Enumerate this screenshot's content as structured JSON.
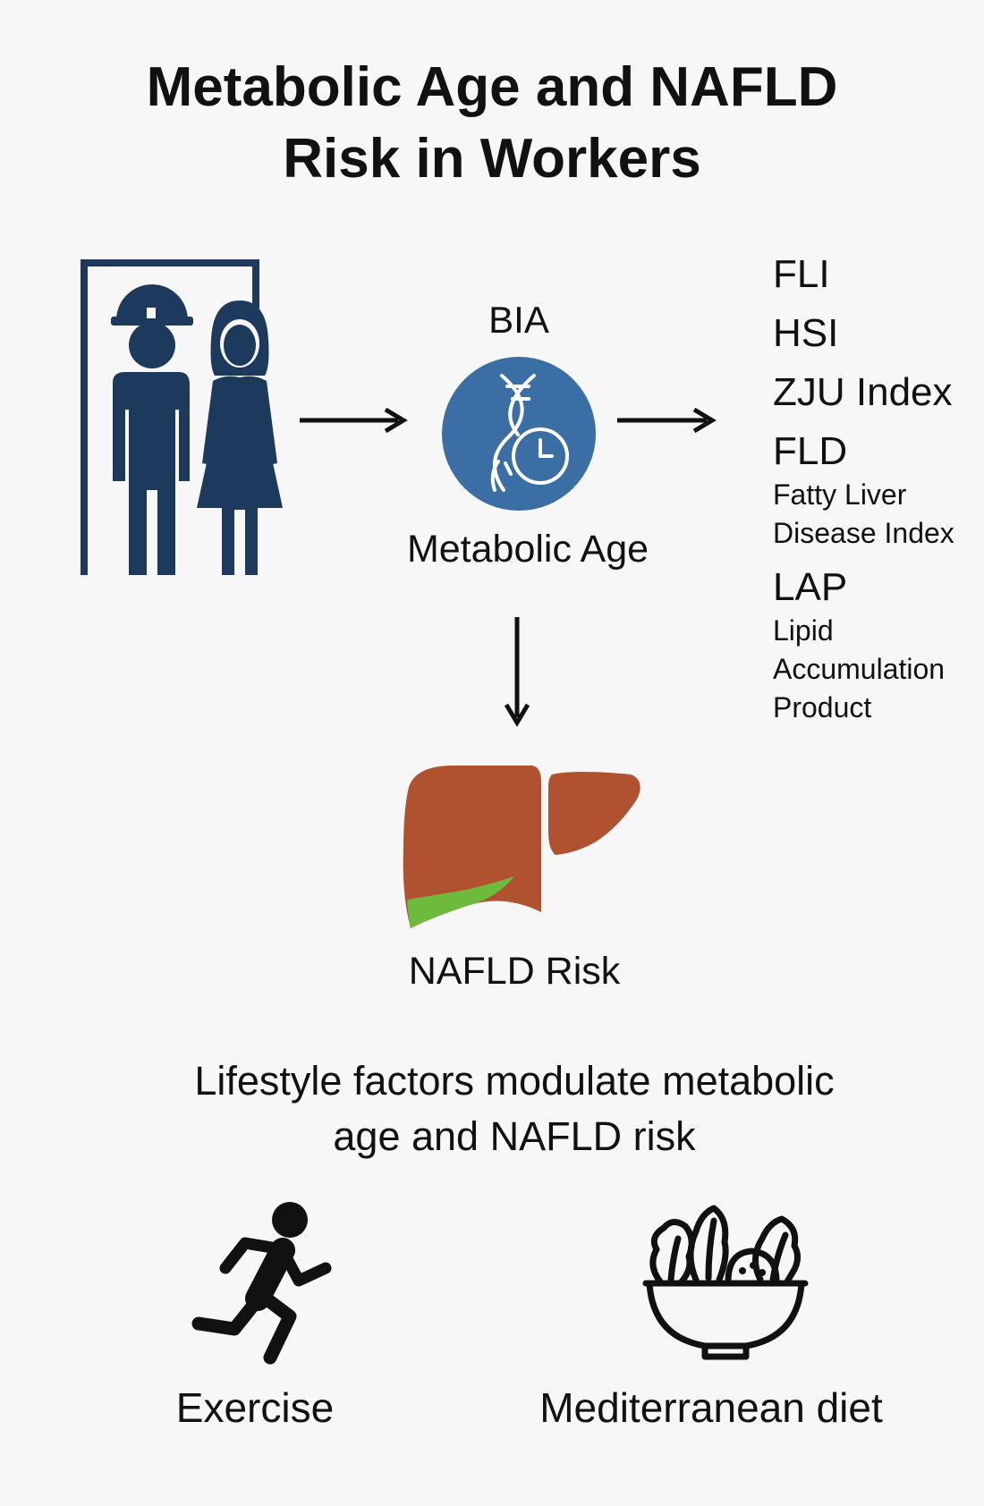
{
  "title": {
    "line1": "Metabolic Age and NAFLD",
    "line2": "Risk in Workers"
  },
  "bia_label": "BIA",
  "metabolic_age_label": "Metabolic Age",
  "indices": {
    "fli": "FLI",
    "hsi": "HSI",
    "zju": "ZJU Index",
    "fld": "FLD",
    "fld_desc": [
      "Fatty Liver",
      "Disease Index"
    ],
    "lap": "LAP",
    "lap_desc": [
      "Lipid",
      "Accumulation",
      "Product"
    ]
  },
  "nafld_label": "NAFLD Risk",
  "lifestyle": {
    "line1": "Lifestyle factors modulate metabolic",
    "line2": "age and NAFLD risk"
  },
  "exercise_label": "Exercise",
  "diet_label": "Mediterranean diet",
  "colors": {
    "workers": "#1d3a5c",
    "metabolic_circle": "#3a6ea5",
    "liver": "#b0512f",
    "fat": "#6dbb3c",
    "arrows": "#111111"
  },
  "icons": [
    "workers-icon",
    "dna-clock-icon",
    "liver-icon",
    "runner-icon",
    "salad-bowl-icon"
  ]
}
